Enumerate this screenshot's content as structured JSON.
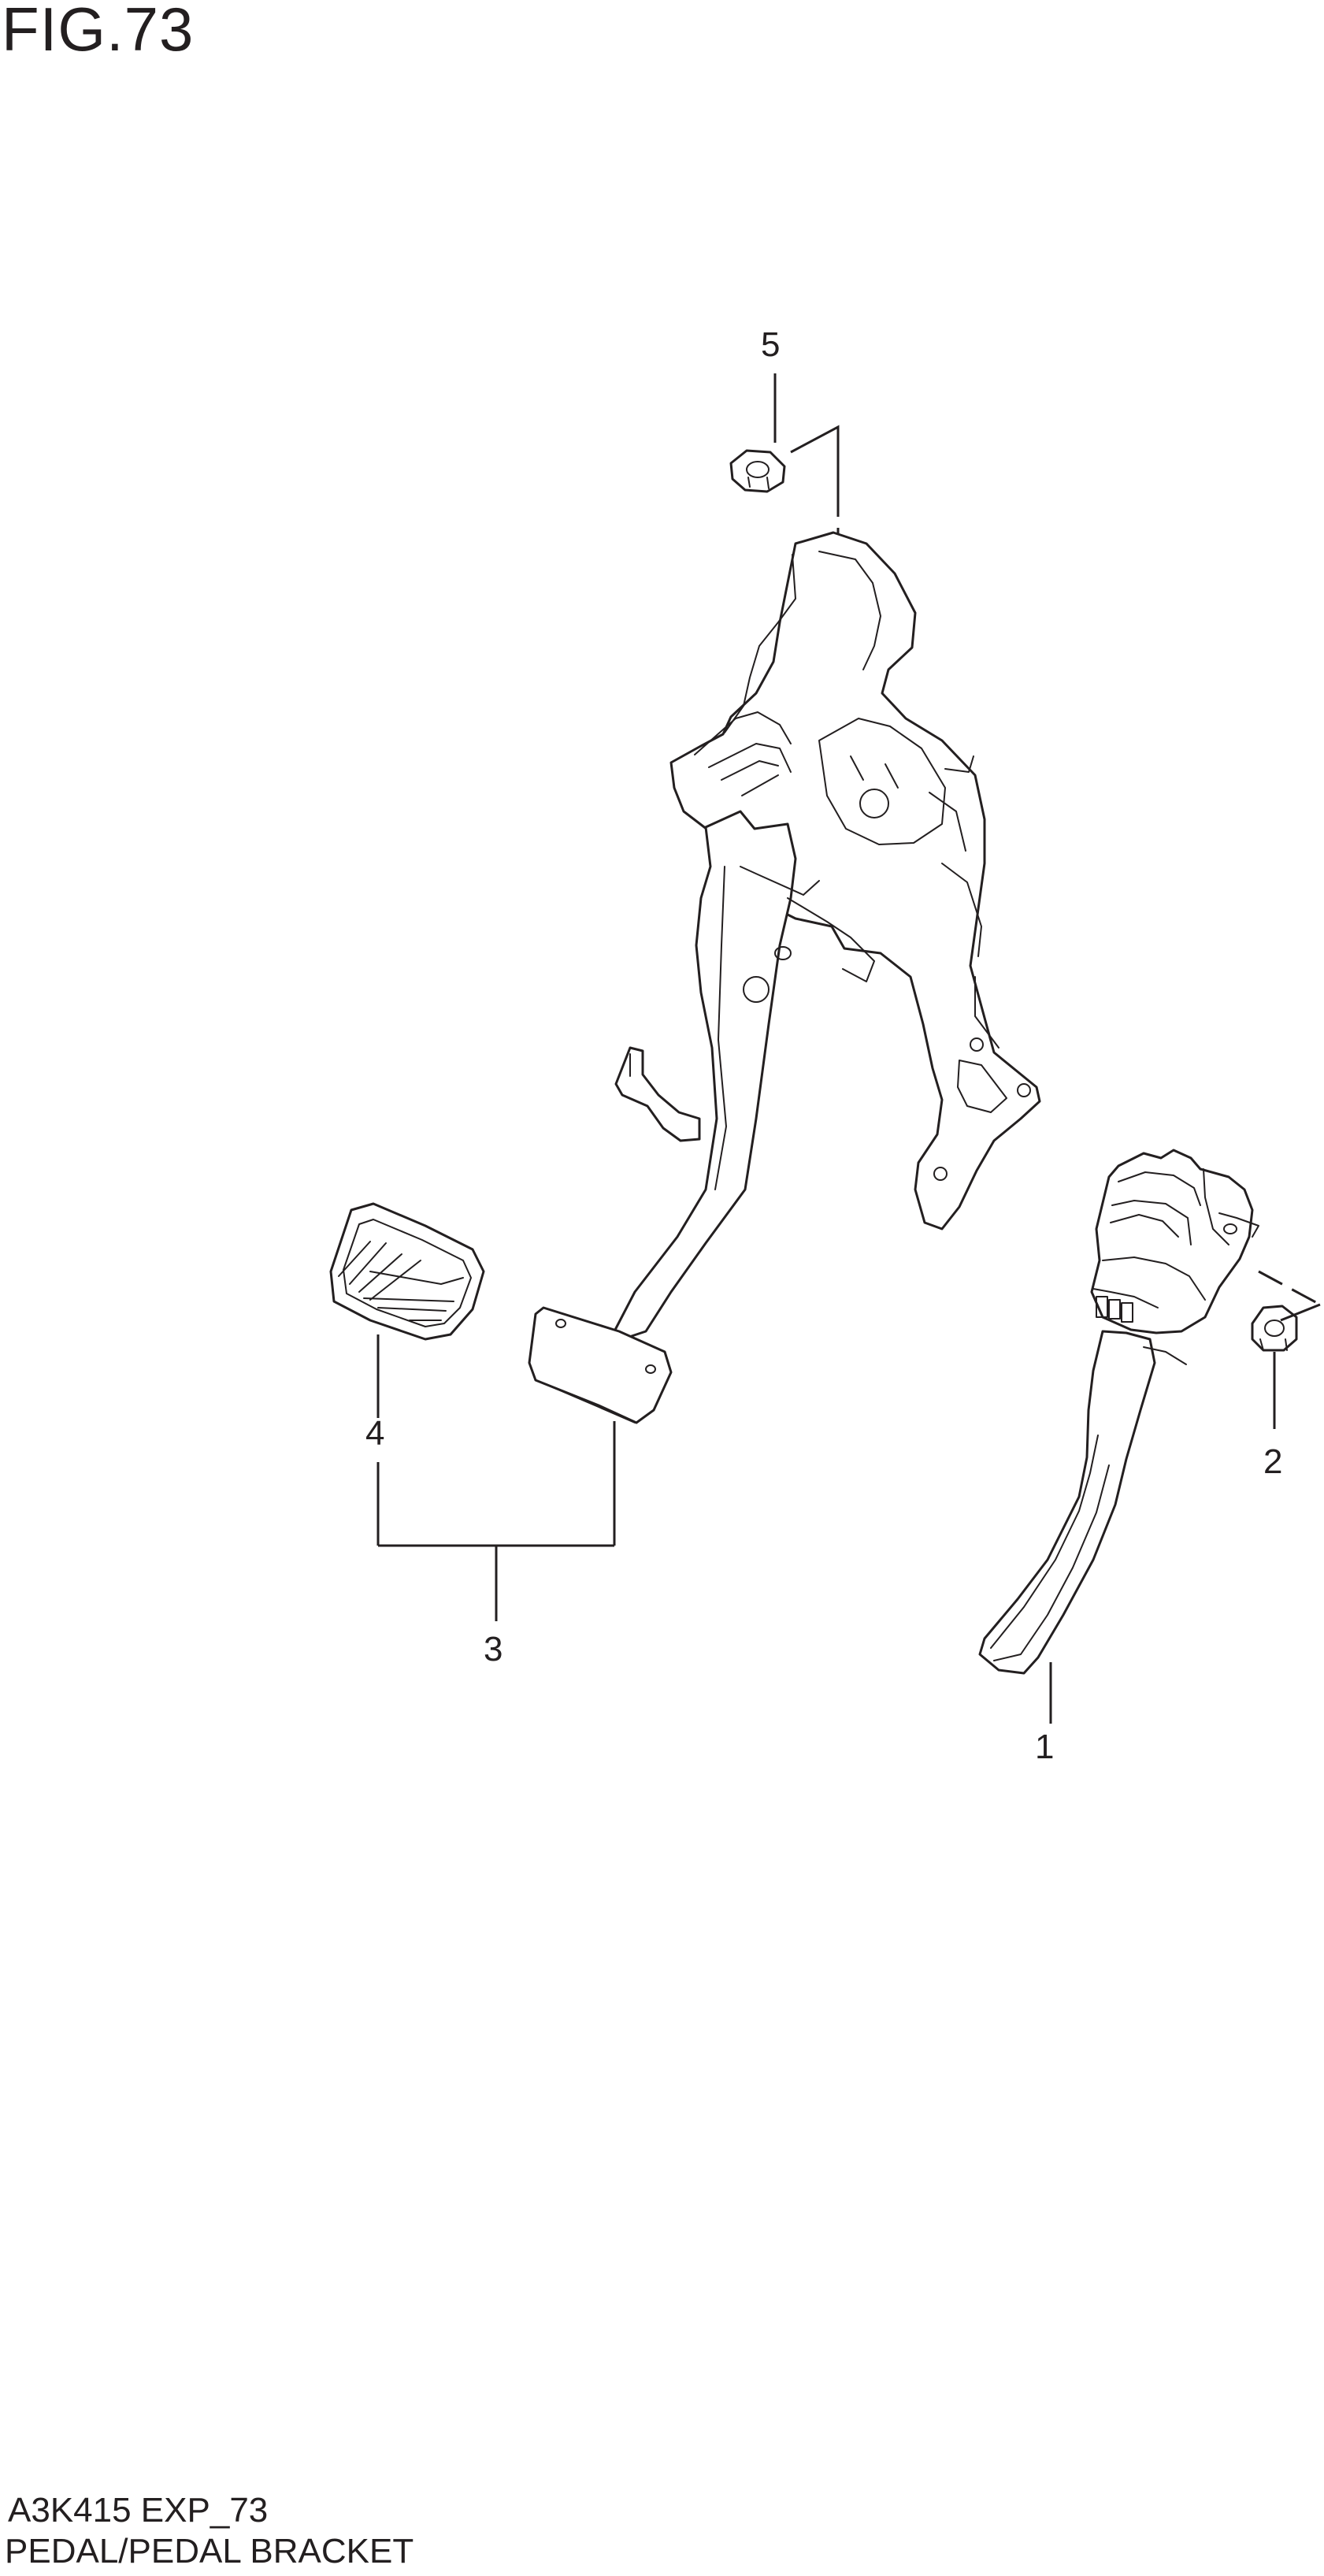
{
  "figure": {
    "title": "FIG.73"
  },
  "footer": {
    "code": "A3K415 EXP_73",
    "name": "PEDAL/PEDAL BRACKET"
  },
  "callouts": [
    {
      "id": "c1",
      "number": "1"
    },
    {
      "id": "c2",
      "number": "2"
    },
    {
      "id": "c3",
      "number": "3"
    },
    {
      "id": "c4",
      "number": "4"
    },
    {
      "id": "c5",
      "number": "5"
    }
  ]
}
